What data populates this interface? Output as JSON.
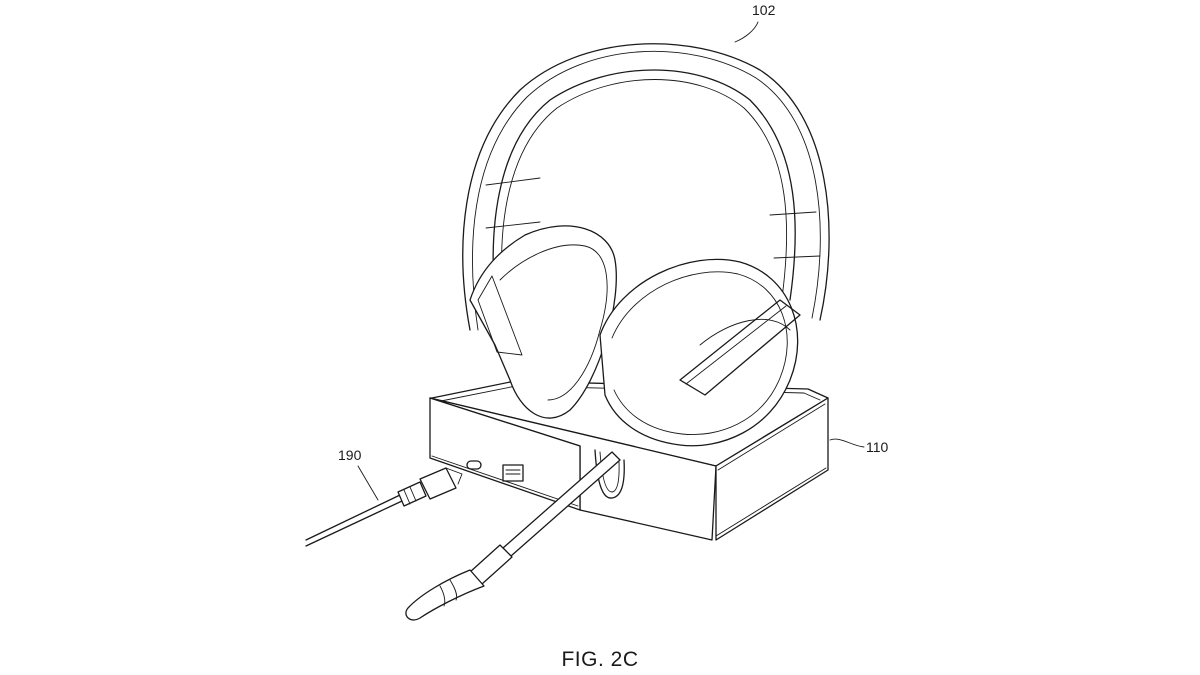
{
  "figure": {
    "caption": "FIG. 2C",
    "references": {
      "headset": "102",
      "cable": "190",
      "base_station": "110"
    }
  }
}
